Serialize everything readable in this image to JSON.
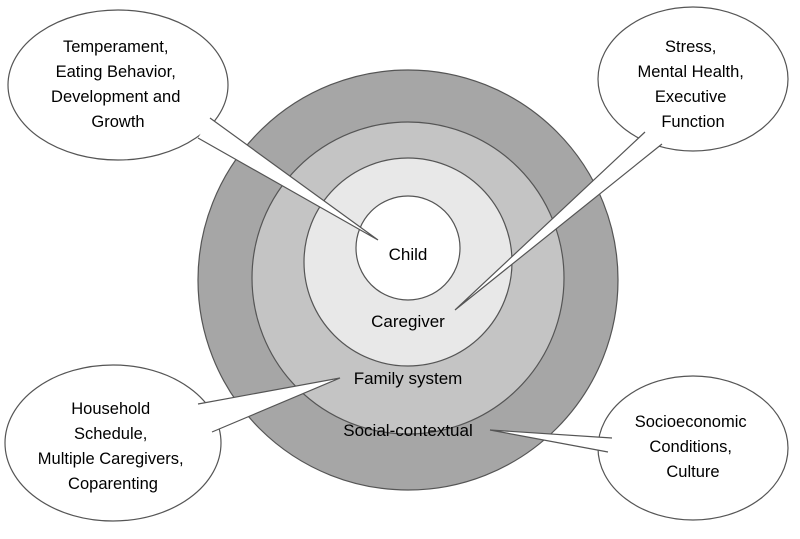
{
  "rings": {
    "child": "Child",
    "caregiver": "Caregiver",
    "family": "Family system",
    "social": "Social-contextual"
  },
  "callouts": {
    "child_factors": [
      "Temperament,",
      "Eating Behavior,",
      "Development and",
      "Growth"
    ],
    "caregiver_factors": [
      "Stress,",
      "Mental Health,",
      "Executive",
      "Function"
    ],
    "family_factors": [
      "Household",
      "Schedule,",
      "Multiple Caregivers,",
      "Coparenting"
    ],
    "social_factors": [
      "Socioeconomic",
      "Conditions,",
      "Culture"
    ]
  },
  "colors": {
    "social_ring": "#a6a6a6",
    "family_ring": "#c4c4c4",
    "caregiver_ring": "#e8e8e8",
    "child_core": "#ffffff",
    "stroke": "#555555"
  }
}
